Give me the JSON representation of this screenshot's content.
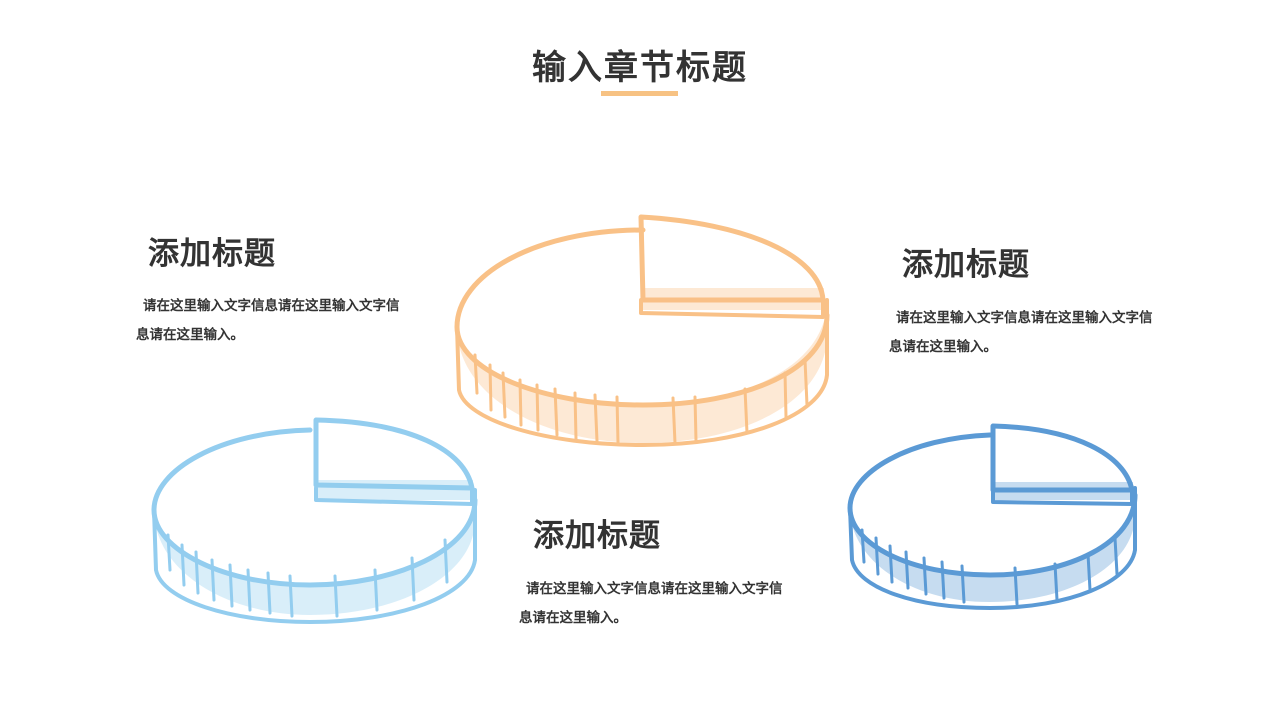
{
  "header": {
    "title": "输入章节标题",
    "accent_color": "#f7c283"
  },
  "blocks": [
    {
      "heading": "添加标题",
      "text": "请在这里输入文字信息请在这里输入文字信息请在这里输入。"
    },
    {
      "heading": "添加标题",
      "text": "请在这里输入文字信息请在这里输入文字信息请在这里输入。"
    },
    {
      "heading": "添加标题",
      "text": "请在这里输入文字信息请在这里输入文字信息请在这里输入。"
    }
  ],
  "pies": [
    {
      "name": "orange-pie",
      "color": "#f9c187"
    },
    {
      "name": "light-blue-pie",
      "color": "#93cdef"
    },
    {
      "name": "blue-pie",
      "color": "#5b9ad5"
    }
  ]
}
